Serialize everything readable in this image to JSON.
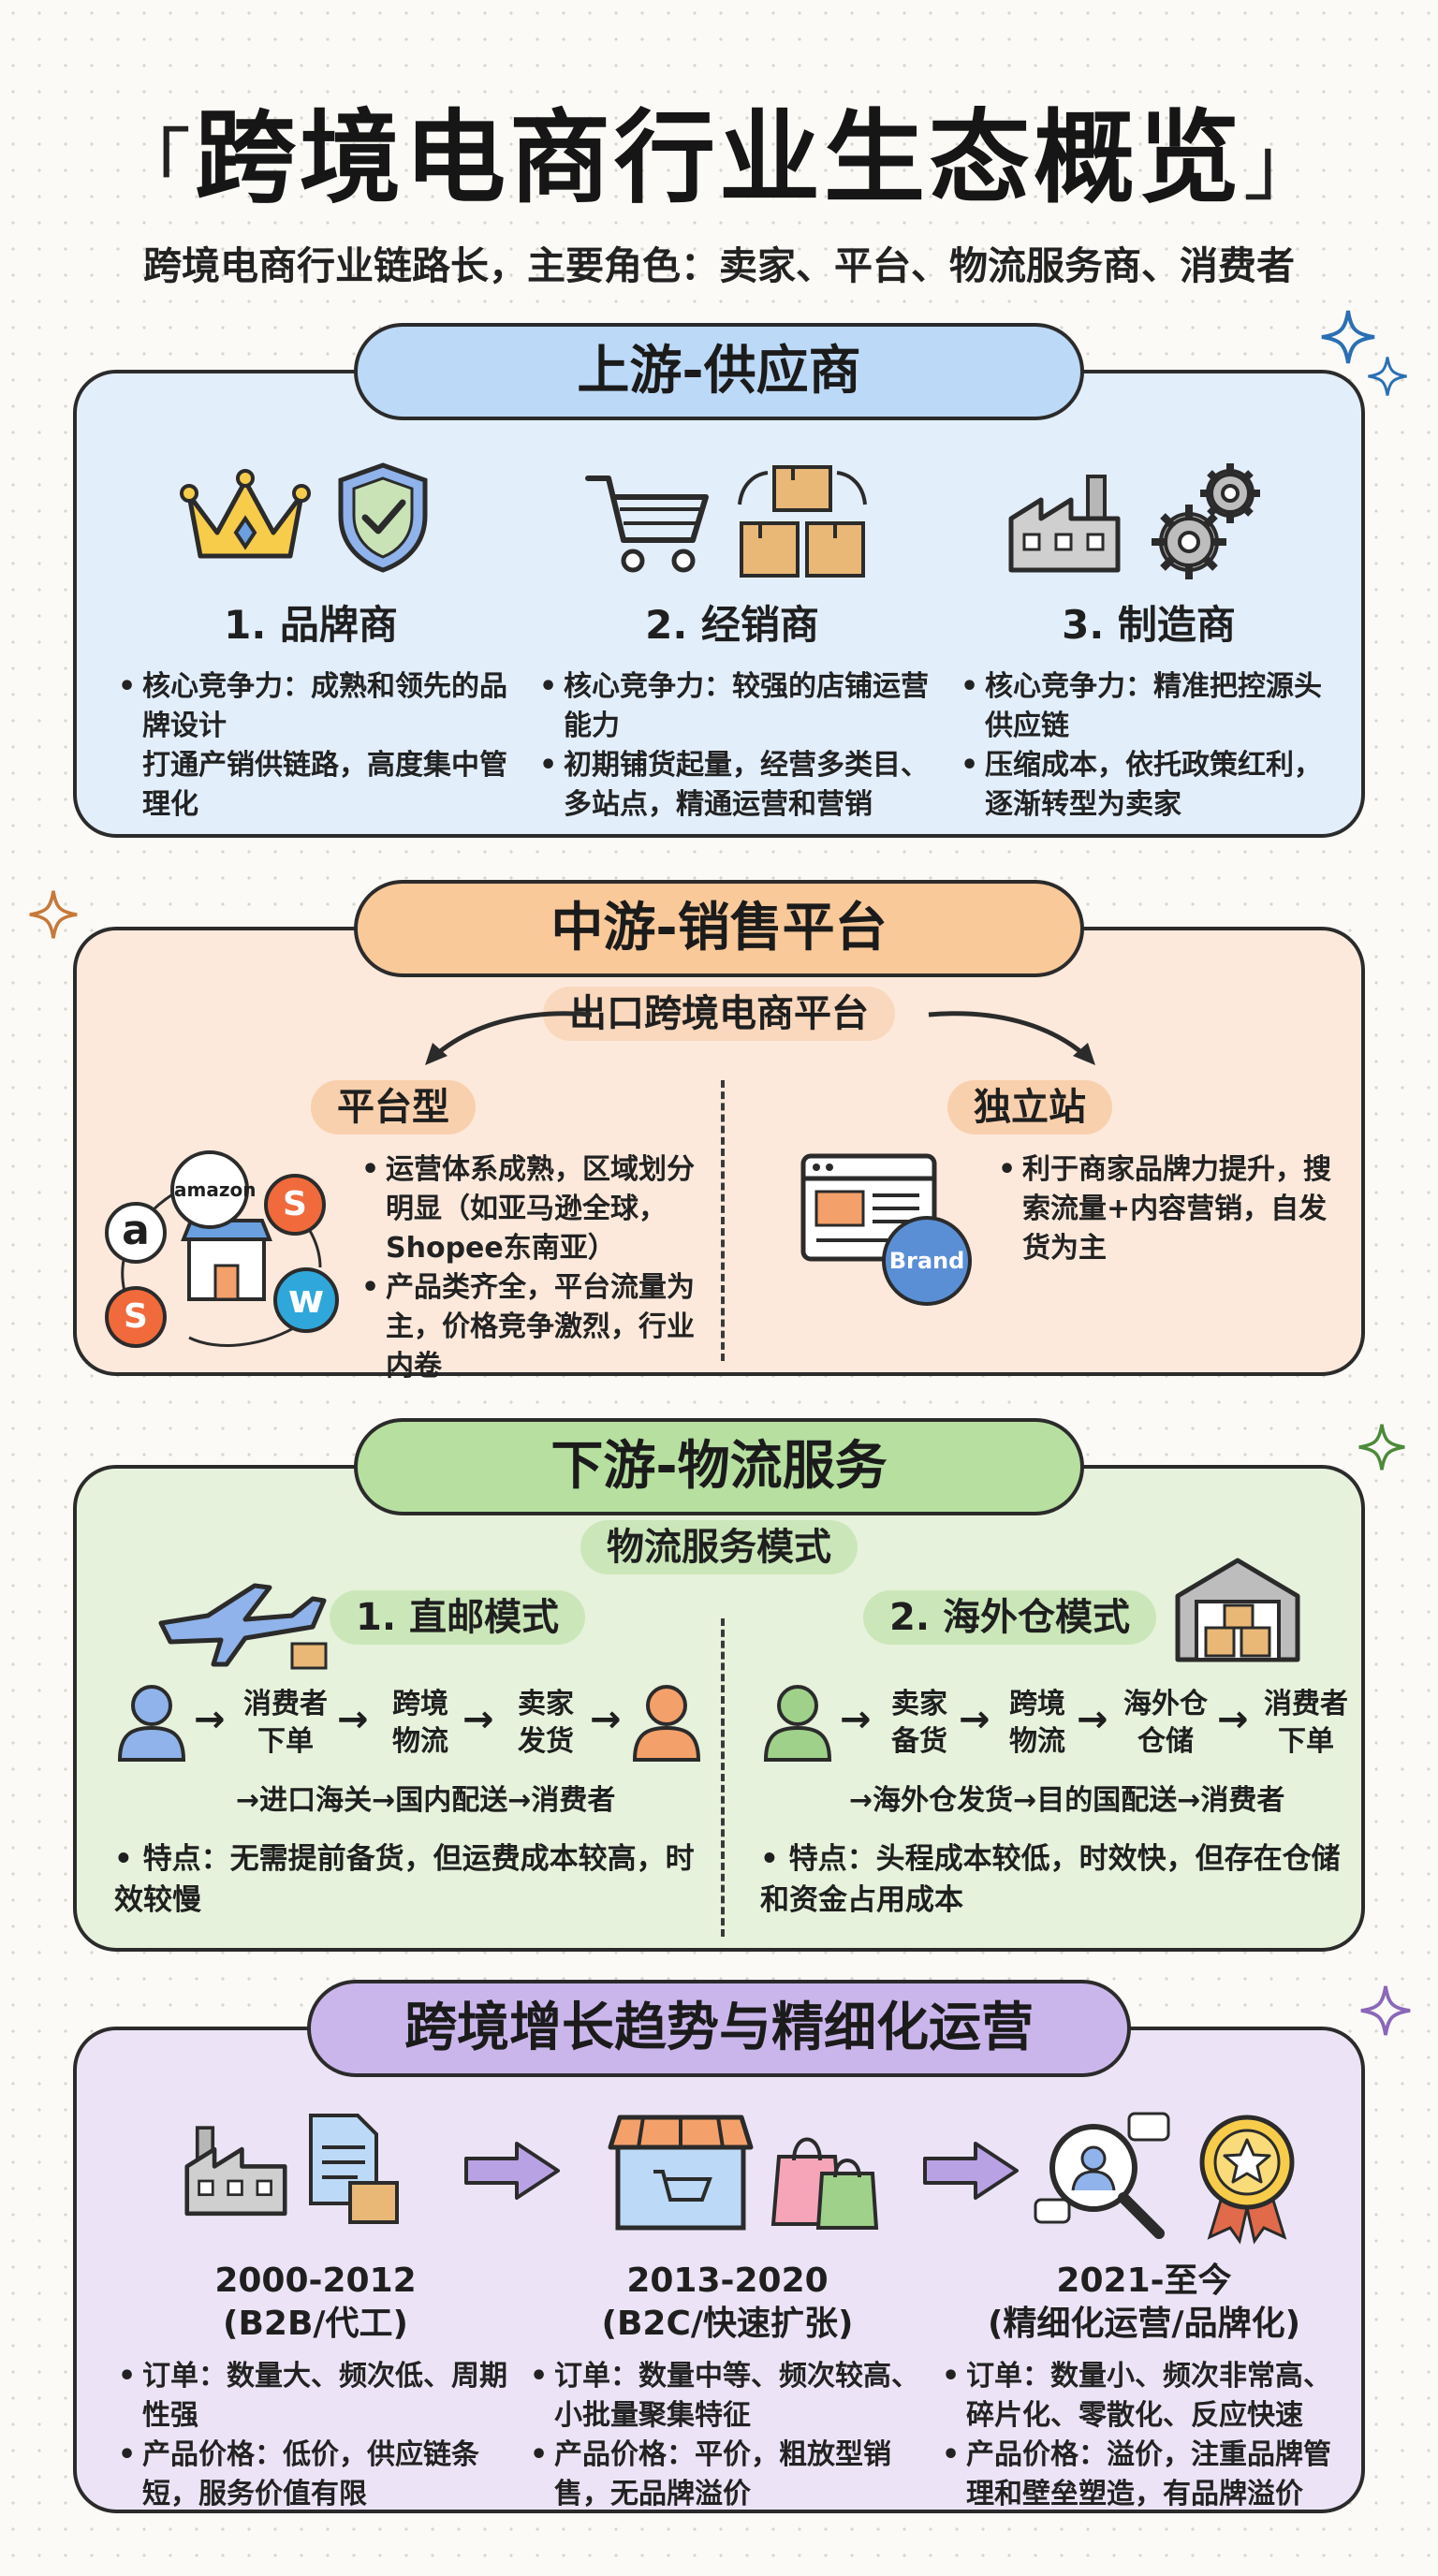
{
  "header": {
    "title": "跨境电商行业生态概览",
    "subtitle": "跨境电商行业链路长，主要角色：卖家、平台、物流服务商、消费者"
  },
  "upstream": {
    "pill": "上游-供应商",
    "bg": "#e3eefb",
    "pill_bg": "#bcd9f7",
    "columns": [
      {
        "title": "1. 品牌商",
        "bullets": [
          "核心竞争力：成熟和领先的品牌设计\n打通产销供链路，高度集中管理化"
        ],
        "icons": [
          "crown-icon",
          "shield-check-icon"
        ]
      },
      {
        "title": "2. 经销商",
        "bullets": [
          "核心竞争力：较强的店铺运营能力",
          "初期铺货起量，经营多类目、多站点，精通运营和营销"
        ],
        "icons": [
          "shopping-cart-icon",
          "boxes-icon"
        ]
      },
      {
        "title": "3. 制造商",
        "bullets": [
          "核心竞争力：精准把控源头供应链",
          "压缩成本，依托政策红利，逐渐转型为卖家"
        ],
        "icons": [
          "factory-icon",
          "gears-icon"
        ]
      }
    ]
  },
  "midstream": {
    "pill": "中游-销售平台",
    "bg": "#fce9dc",
    "pill_bg": "#f9c99a",
    "center_label": "出口跨境电商平台",
    "platform": {
      "title": "平台型",
      "bullets": [
        "运营体系成熟，区域划分明显（如亚马逊全球，Shopee东南亚）",
        "产品类齐全，平台流量为主，价格竞争激烈，行业内卷"
      ],
      "logo_labels": [
        "a",
        "amazon",
        "S",
        "S",
        "w"
      ]
    },
    "independent": {
      "title": "独立站",
      "bullets": [
        "利于商家品牌力提升，搜索流量+内容营销，自发货为主"
      ],
      "brand_label": "Brand"
    }
  },
  "downstream": {
    "pill": "下游-物流服务",
    "bg": "#e6f2dc",
    "pill_bg": "#b6dfa0",
    "center_label": "物流服务模式",
    "direct": {
      "title": "1. 直邮模式",
      "steps": [
        "消费者\n下单",
        "跨境\n物流",
        "卖家\n发货"
      ],
      "flow2": "→进口海关→国内配送→消费者",
      "note": "• 特点：无需提前备货，但运费成本较高，时效较慢"
    },
    "overseas": {
      "title": "2. 海外仓模式",
      "steps": [
        "卖家\n备货",
        "跨境\n物流",
        "海外仓\n仓储",
        "消费者\n下单"
      ],
      "flow2": "→海外仓发货→目的国配送→消费者",
      "note": "• 特点：头程成本较低，时效快，但存在仓储和资金占用成本"
    }
  },
  "trends": {
    "pill": "跨境增长趋势与精细化运营",
    "bg": "#ece4f6",
    "pill_bg": "#cbb6ec",
    "stages": [
      {
        "period": "2000-2012",
        "model": "(B2B/代工)",
        "bullets": [
          "订单：数量大、频次低、周期性强",
          "产品价格：低价，供应链条短，服务价值有限"
        ]
      },
      {
        "period": "2013-2020",
        "model": "(B2C/快速扩张)",
        "bullets": [
          "订单：数量中等、频次较高、小批量聚集特征",
          "产品价格：平价，粗放型销售，无品牌溢价"
        ]
      },
      {
        "period": "2021-至今",
        "model": "(精细化运营/品牌化)",
        "bullets": [
          "订单：数量小、频次非常高、碎片化、零散化、反应快速",
          "产品价格：溢价，注重品牌管理和壁垒塑造，有品牌溢价"
        ]
      }
    ]
  }
}
